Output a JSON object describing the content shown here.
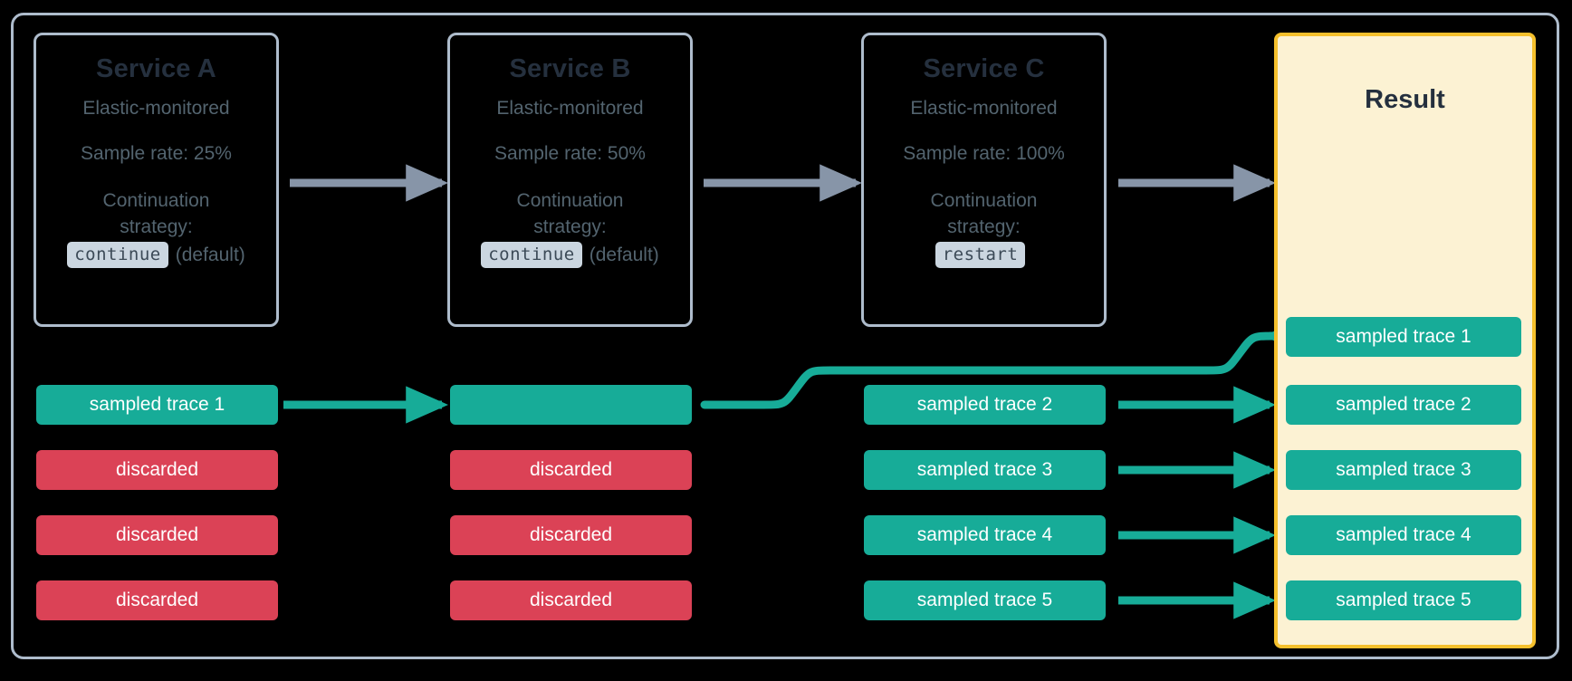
{
  "diagram": {
    "title": "Elastic APM distributed tracing sampling across services",
    "colors": {
      "sampled": "#17AC98",
      "discarded": "#DB4256",
      "result_border": "#F5C02C",
      "result_fill": "#FCF2D3",
      "card_border": "#AEBCCC",
      "grey_arrow": "#8795A8",
      "title_text": "#25303E",
      "body_text": "#53646F",
      "code_badge_bg": "#CBD6E0"
    }
  },
  "services": [
    {
      "name": "Service A",
      "monitored": "Elastic-monitored",
      "sample_rate": "Sample rate: 25%",
      "strategy_label_line1": "Continuation",
      "strategy_label_line2": "strategy:",
      "strategy_code": "continue",
      "strategy_note": "(default)"
    },
    {
      "name": "Service B",
      "monitored": "Elastic-monitored",
      "sample_rate": "Sample rate: 50%",
      "strategy_label_line1": "Continuation",
      "strategy_label_line2": "strategy:",
      "strategy_code": "continue",
      "strategy_note": "(default)"
    },
    {
      "name": "Service C",
      "monitored": "Elastic-monitored",
      "sample_rate": "Sample rate: 100%",
      "strategy_label_line1": "Continuation",
      "strategy_label_line2": "strategy:",
      "strategy_code": "restart",
      "strategy_note": ""
    }
  ],
  "result": {
    "title": "Result"
  },
  "traces": {
    "column_a": [
      {
        "label": "sampled trace 1",
        "state": "sampled"
      },
      {
        "label": "discarded",
        "state": "discarded"
      },
      {
        "label": "discarded",
        "state": "discarded"
      },
      {
        "label": "discarded",
        "state": "discarded"
      }
    ],
    "column_b": [
      {
        "label": "",
        "state": "sampled"
      },
      {
        "label": "discarded",
        "state": "discarded"
      },
      {
        "label": "discarded",
        "state": "discarded"
      },
      {
        "label": "discarded",
        "state": "discarded"
      }
    ],
    "column_c": [
      {
        "label": "sampled trace 2",
        "state": "sampled"
      },
      {
        "label": "sampled trace 3",
        "state": "sampled"
      },
      {
        "label": "sampled trace 4",
        "state": "sampled"
      },
      {
        "label": "sampled trace 5",
        "state": "sampled"
      }
    ],
    "column_result": [
      {
        "label": "sampled trace 1",
        "state": "sampled"
      },
      {
        "label": "sampled trace 2",
        "state": "sampled"
      },
      {
        "label": "sampled trace 3",
        "state": "sampled"
      },
      {
        "label": "sampled trace 4",
        "state": "sampled"
      },
      {
        "label": "sampled trace 5",
        "state": "sampled"
      }
    ]
  }
}
